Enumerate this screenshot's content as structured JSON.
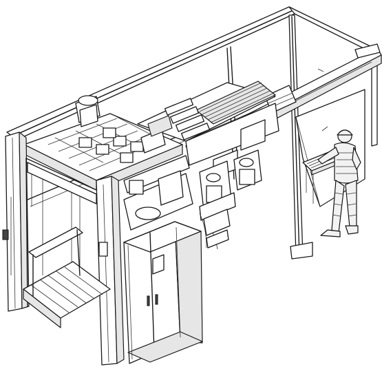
{
  "figure": {
    "kind": "isometric line drawing",
    "subject": [
      "machine-frame",
      "gantry-rail",
      "control-cabinet",
      "operator-figure"
    ]
  }
}
